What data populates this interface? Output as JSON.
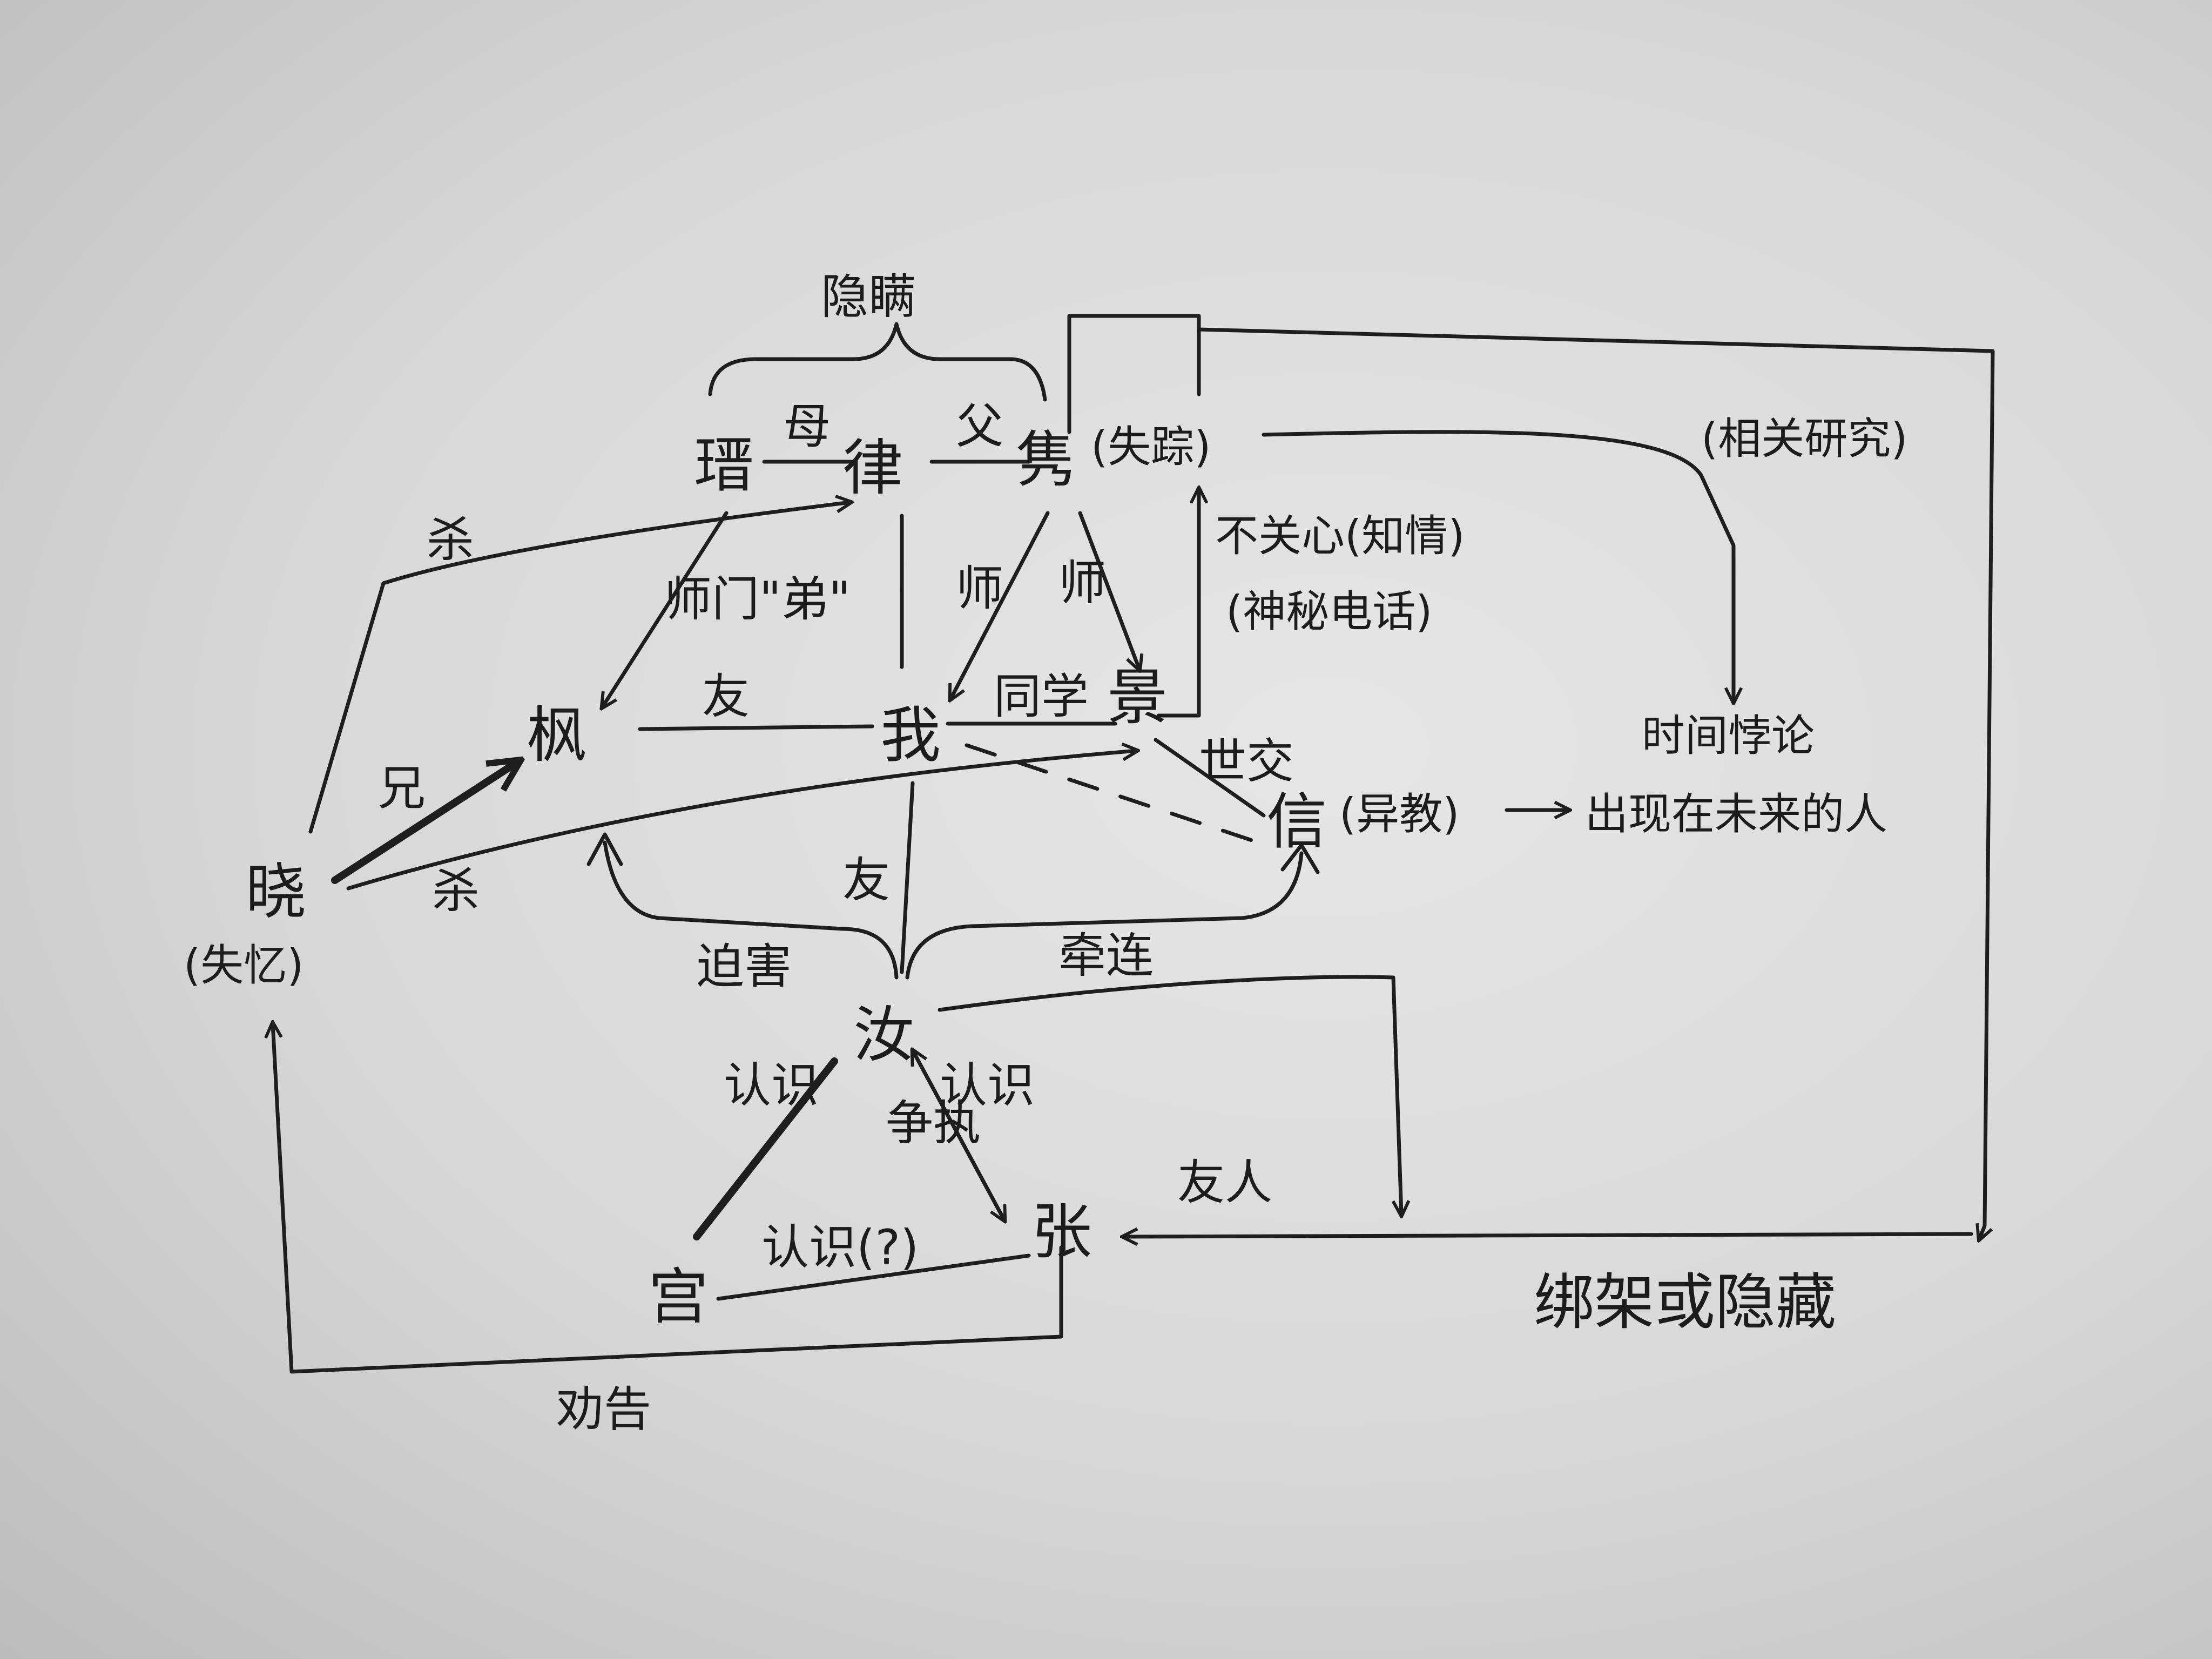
{
  "nodes": {
    "xi": "瑨",
    "lv": "律",
    "jiu": "隽",
    "jiu_note": "(失踪)",
    "feng": "枫",
    "wo": "我",
    "jing": "景",
    "xiao": "晓",
    "xiao_note": "(失忆)",
    "xin": "信",
    "xin_note": "(异教)",
    "xin_future": "出现在未来的人",
    "ru": "汝",
    "gong": "宫",
    "zhang": "张",
    "shiguan": "时间悖论"
  },
  "labels": {
    "yinman": "隐瞒",
    "mu": "母",
    "fu": "父",
    "sha": "杀",
    "shimen_di": "师门\"弟\"",
    "shi_1": "师",
    "shi_2": "师",
    "bu_guanxin": "不关心(知情)",
    "shenmi_dianhua": "(神秘电话)",
    "xiangguan_yanjiu": "(相关研究)",
    "you_feng_wo": "友",
    "tongxue": "同学",
    "shijiao": "世交",
    "xiong": "兄",
    "sha_2": "杀",
    "you_wo_ru": "友",
    "pohai": "迫害",
    "qianzhi": "牵连",
    "renshi_1": "认识",
    "zhengzhi": "争执",
    "renshi_2": "认识",
    "renshi_q": "认识(?)",
    "youren": "友人",
    "bangjia": "绑架或隐藏",
    "quangao": "劝告"
  }
}
